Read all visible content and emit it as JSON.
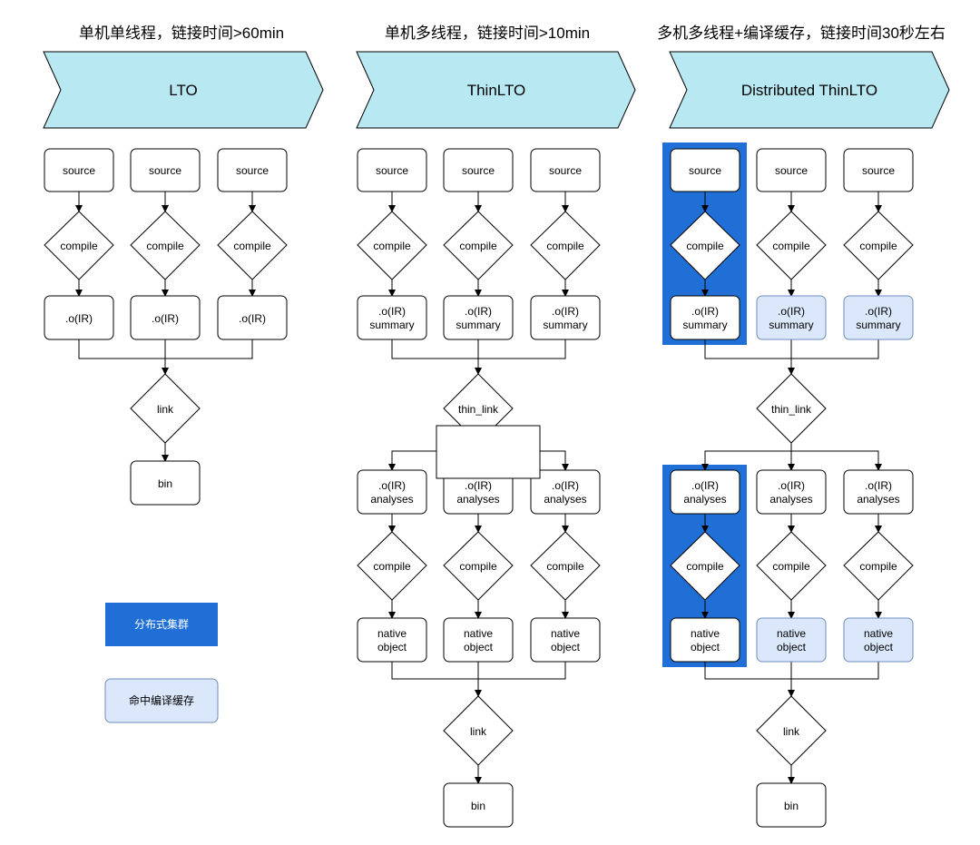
{
  "columns": [
    {
      "title": "单机单线程，链接时间>60min",
      "banner": "LTO",
      "source": [
        "source",
        "source",
        "source"
      ],
      "compile": [
        "compile",
        "compile",
        "compile"
      ],
      "obj": [
        ".o(IR)",
        ".o(IR)",
        ".o(IR)"
      ],
      "link": "link",
      "bin": "bin"
    },
    {
      "title": "单机多线程，链接时间>10min",
      "banner": "ThinLTO",
      "source": [
        "source",
        "source",
        "source"
      ],
      "compile": [
        "compile",
        "compile",
        "compile"
      ],
      "obj_line1": [
        ".o(IR)",
        ".o(IR)",
        ".o(IR)"
      ],
      "obj_line2": [
        "summary",
        "summary",
        "summary"
      ],
      "thin_link": "thin_link",
      "analyses_line1": [
        ".o(IR)",
        ".o(IR)",
        ".o(IR)"
      ],
      "analyses_line2": [
        "analyses",
        "analyses",
        "analyses"
      ],
      "compile2": [
        "compile",
        "compile",
        "compile"
      ],
      "native_line1": [
        "native",
        "native",
        "native"
      ],
      "native_line2": [
        "object",
        "object",
        "object"
      ],
      "link": "link",
      "bin": "bin"
    },
    {
      "title": "多机多线程+编译缓存，链接时间30秒左右",
      "banner": "Distributed ThinLTO",
      "source": [
        "source",
        "source",
        "source"
      ],
      "compile": [
        "compile",
        "compile",
        "compile"
      ],
      "obj_line1": [
        ".o(IR)",
        ".o(IR)",
        ".o(IR)"
      ],
      "obj_line2": [
        "summary",
        "summary",
        "summary"
      ],
      "thin_link": "thin_link",
      "analyses_line1": [
        ".o(IR)",
        ".o(IR)",
        ".o(IR)"
      ],
      "analyses_line2": [
        "analyses",
        "analyses",
        "analyses"
      ],
      "compile2": [
        "compile",
        "compile",
        "compile"
      ],
      "native_line1": [
        "native",
        "native",
        "native"
      ],
      "native_line2": [
        "object",
        "object",
        "object"
      ],
      "link": "link",
      "bin": "bin"
    }
  ],
  "legend": {
    "cluster": "分布式集群",
    "cache_hit": "命中编译缓存"
  },
  "colors": {
    "banner_fill": "#b8e9f2",
    "cluster_fill": "#1f6fd6",
    "cache_fill": "#dbe8fb",
    "cache_stroke": "#6c8ebf",
    "line": "#000000"
  }
}
